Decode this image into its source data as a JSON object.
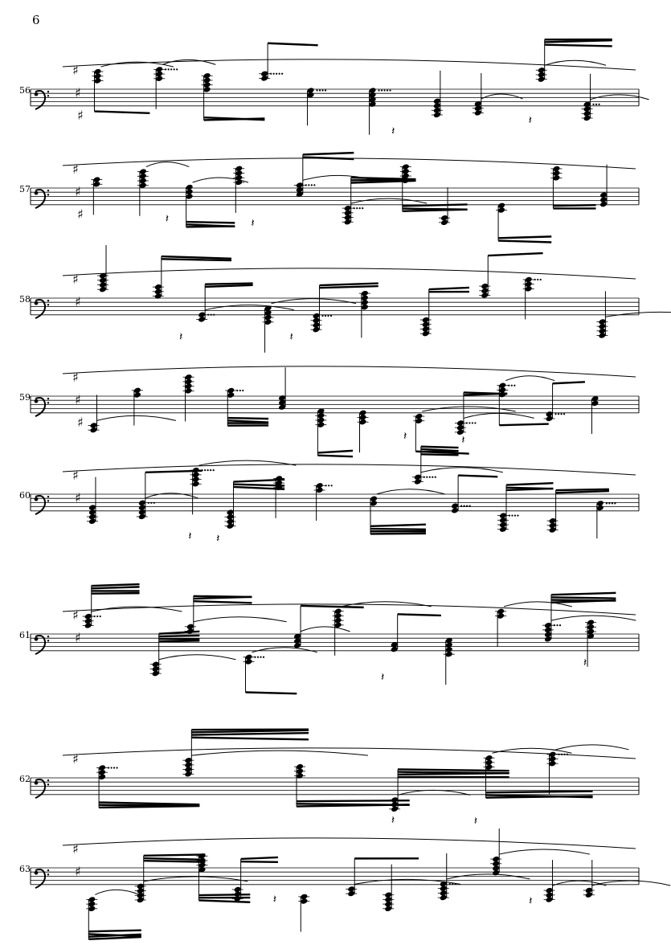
{
  "page": {
    "number": "6",
    "ink_color": "#000000",
    "paper_color": "#ffffff"
  },
  "systems": [
    {
      "measure": "56",
      "clef": "bass",
      "accidentals": [
        "sharp",
        "sharp",
        "sharp"
      ],
      "density": 10
    },
    {
      "measure": "57",
      "clef": "bass",
      "accidentals": [
        "sharp",
        "sharp",
        "sharp"
      ],
      "density": 11
    },
    {
      "measure": "58",
      "clef": "bass",
      "accidentals": [
        "sharp",
        "sharp"
      ],
      "density": 10
    },
    {
      "measure": "59",
      "clef": "bass",
      "accidentals": [
        "sharp",
        "sharp",
        "sharp"
      ],
      "density": 12
    },
    {
      "measure": "60",
      "clef": "bass",
      "accidentals": [
        "sharp",
        "sharp"
      ],
      "density": 12
    },
    {
      "measure": "61",
      "clef": "bass",
      "accidentals": [
        "sharp",
        "sharp"
      ],
      "density": 11
    },
    {
      "measure": "62",
      "clef": "bass",
      "accidentals": [
        "sharp"
      ],
      "density": 6
    },
    {
      "measure": "63",
      "clef": "bass",
      "accidentals": [
        "sharp",
        "sharp"
      ],
      "density": 11
    }
  ]
}
